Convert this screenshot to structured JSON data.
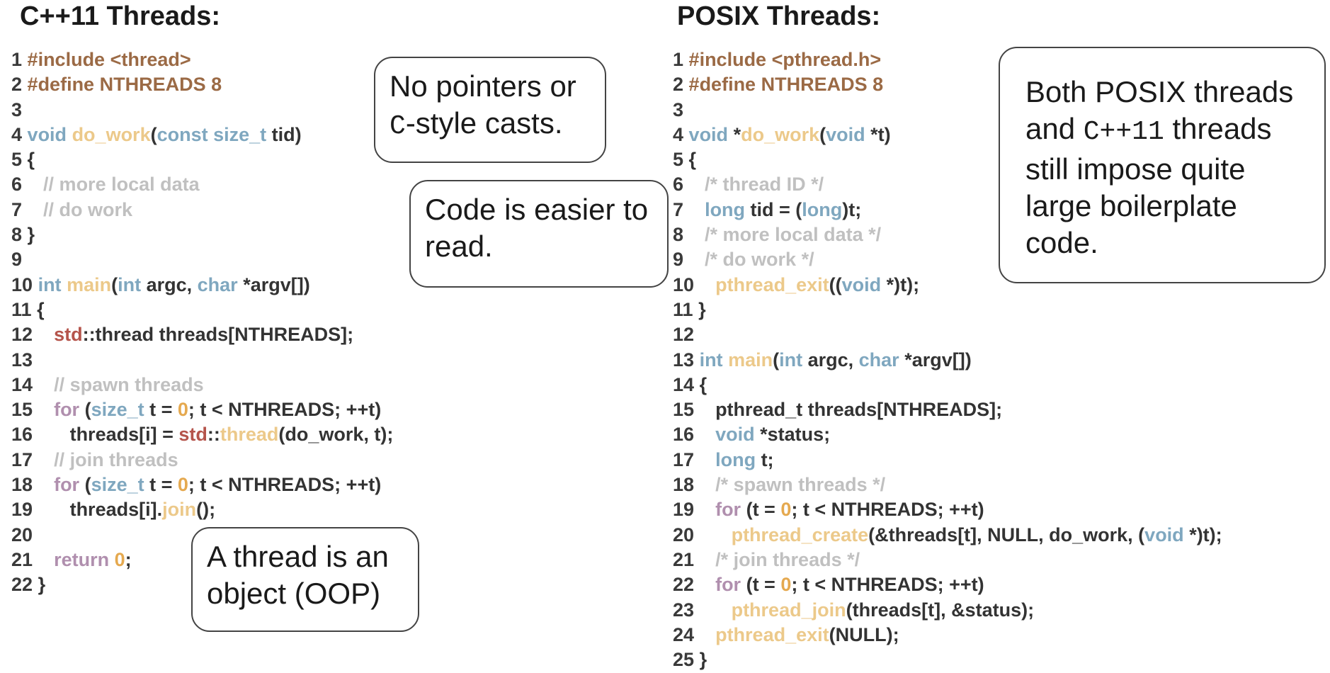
{
  "colors": {
    "preprocessor": "#9b6a45",
    "type_keyword": "#7fa7bf",
    "function": "#ecc98a",
    "comment": "#c0c0c0",
    "control": "#b08fae",
    "namespace": "#b5544b",
    "number": "#e5a94f",
    "plain": "#333333"
  },
  "left": {
    "title": "C++11 Threads:",
    "lines": [
      {
        "n": "1",
        "tokens": [
          [
            "#include <thread>",
            "pre"
          ]
        ]
      },
      {
        "n": "2",
        "tokens": [
          [
            "#define NTHREADS 8",
            "pre"
          ]
        ]
      },
      {
        "n": "3",
        "tokens": []
      },
      {
        "n": "4",
        "tokens": [
          [
            "void ",
            "kw"
          ],
          [
            "do_work",
            "fn"
          ],
          [
            "(",
            "plain"
          ],
          [
            "const size_t ",
            "kw"
          ],
          [
            "tid)",
            "plain"
          ]
        ]
      },
      {
        "n": "5",
        "tokens": [
          [
            "{",
            "plain"
          ]
        ]
      },
      {
        "n": "6",
        "tokens": [
          [
            "   // more local data",
            "cm"
          ]
        ]
      },
      {
        "n": "7",
        "tokens": [
          [
            "   // do work",
            "cm"
          ]
        ]
      },
      {
        "n": "8",
        "tokens": [
          [
            "}",
            "plain"
          ]
        ]
      },
      {
        "n": "9",
        "tokens": []
      },
      {
        "n": "10",
        "tokens": [
          [
            "int ",
            "kw"
          ],
          [
            "main",
            "fn"
          ],
          [
            "(",
            "plain"
          ],
          [
            "int ",
            "kw"
          ],
          [
            "argc, ",
            "plain"
          ],
          [
            "char ",
            "kw"
          ],
          [
            "*argv[])",
            "plain"
          ]
        ]
      },
      {
        "n": "11",
        "tokens": [
          [
            "{",
            "plain"
          ]
        ]
      },
      {
        "n": "12",
        "tokens": [
          [
            "   ",
            "plain"
          ],
          [
            "std",
            "ns"
          ],
          [
            "::thread threads[NTHREADS];",
            "plain"
          ]
        ]
      },
      {
        "n": "13",
        "tokens": []
      },
      {
        "n": "14",
        "tokens": [
          [
            "   // spawn threads",
            "cm"
          ]
        ]
      },
      {
        "n": "15",
        "tokens": [
          [
            "   ",
            "plain"
          ],
          [
            "for ",
            "ctl"
          ],
          [
            "(",
            "plain"
          ],
          [
            "size_t ",
            "kw"
          ],
          [
            "t = ",
            "plain"
          ],
          [
            "0",
            "num"
          ],
          [
            "; t < NTHREADS; ++t)",
            "plain"
          ]
        ]
      },
      {
        "n": "16",
        "tokens": [
          [
            "      threads[i] = ",
            "plain"
          ],
          [
            "std",
            "ns"
          ],
          [
            "::",
            "plain"
          ],
          [
            "thread",
            "fn"
          ],
          [
            "(do_work, t);",
            "plain"
          ]
        ]
      },
      {
        "n": "17",
        "tokens": [
          [
            "   // join threads",
            "cm"
          ]
        ]
      },
      {
        "n": "18",
        "tokens": [
          [
            "   ",
            "plain"
          ],
          [
            "for ",
            "ctl"
          ],
          [
            "(",
            "plain"
          ],
          [
            "size_t ",
            "kw"
          ],
          [
            "t = ",
            "plain"
          ],
          [
            "0",
            "num"
          ],
          [
            "; t < NTHREADS; ++t)",
            "plain"
          ]
        ]
      },
      {
        "n": "19",
        "tokens": [
          [
            "      threads[i].",
            "plain"
          ],
          [
            "join",
            "fn"
          ],
          [
            "();",
            "plain"
          ]
        ]
      },
      {
        "n": "20",
        "tokens": []
      },
      {
        "n": "21",
        "tokens": [
          [
            "   ",
            "plain"
          ],
          [
            "return ",
            "ctl"
          ],
          [
            "0",
            "num"
          ],
          [
            ";",
            "plain"
          ]
        ]
      },
      {
        "n": "22",
        "tokens": [
          [
            "}",
            "plain"
          ]
        ]
      }
    ]
  },
  "right": {
    "title": "POSIX Threads:",
    "lines": [
      {
        "n": "1",
        "tokens": [
          [
            "#include <pthread.h>",
            "pre"
          ]
        ]
      },
      {
        "n": "2",
        "tokens": [
          [
            "#define NTHREADS 8",
            "pre"
          ]
        ]
      },
      {
        "n": "3",
        "tokens": []
      },
      {
        "n": "4",
        "tokens": [
          [
            "void ",
            "kw"
          ],
          [
            "*",
            "plain"
          ],
          [
            "do_work",
            "fn"
          ],
          [
            "(",
            "plain"
          ],
          [
            "void ",
            "kw"
          ],
          [
            "*t)",
            "plain"
          ]
        ]
      },
      {
        "n": "5",
        "tokens": [
          [
            "{",
            "plain"
          ]
        ]
      },
      {
        "n": "6",
        "tokens": [
          [
            "   /* thread ID */",
            "cm"
          ]
        ]
      },
      {
        "n": "7",
        "tokens": [
          [
            "   ",
            "plain"
          ],
          [
            "long ",
            "kw"
          ],
          [
            "tid = (",
            "plain"
          ],
          [
            "long",
            "kw"
          ],
          [
            ")t;",
            "plain"
          ]
        ]
      },
      {
        "n": "8",
        "tokens": [
          [
            "   /* more local data */",
            "cm"
          ]
        ]
      },
      {
        "n": "9",
        "tokens": [
          [
            "   /* do work */",
            "cm"
          ]
        ]
      },
      {
        "n": "10",
        "tokens": [
          [
            "   ",
            "plain"
          ],
          [
            "pthread_exit",
            "fn"
          ],
          [
            "((",
            "plain"
          ],
          [
            "void ",
            "kw"
          ],
          [
            "*)t);",
            "plain"
          ]
        ]
      },
      {
        "n": "11",
        "tokens": [
          [
            "}",
            "plain"
          ]
        ]
      },
      {
        "n": "12",
        "tokens": []
      },
      {
        "n": "13",
        "tokens": [
          [
            "int ",
            "kw"
          ],
          [
            "main",
            "fn"
          ],
          [
            "(",
            "plain"
          ],
          [
            "int ",
            "kw"
          ],
          [
            "argc, ",
            "plain"
          ],
          [
            "char ",
            "kw"
          ],
          [
            "*argv[])",
            "plain"
          ]
        ]
      },
      {
        "n": "14",
        "tokens": [
          [
            "{",
            "plain"
          ]
        ]
      },
      {
        "n": "15",
        "tokens": [
          [
            "   pthread_t threads[NTHREADS];",
            "plain"
          ]
        ]
      },
      {
        "n": "16",
        "tokens": [
          [
            "   ",
            "plain"
          ],
          [
            "void ",
            "kw"
          ],
          [
            "*status;",
            "plain"
          ]
        ]
      },
      {
        "n": "17",
        "tokens": [
          [
            "   ",
            "plain"
          ],
          [
            "long ",
            "kw"
          ],
          [
            "t;",
            "plain"
          ]
        ]
      },
      {
        "n": "18",
        "tokens": [
          [
            "   /* spawn threads */",
            "cm"
          ]
        ]
      },
      {
        "n": "19",
        "tokens": [
          [
            "   ",
            "plain"
          ],
          [
            "for ",
            "ctl"
          ],
          [
            "(t = ",
            "plain"
          ],
          [
            "0",
            "num"
          ],
          [
            "; t < NTHREADS; ++t)",
            "plain"
          ]
        ]
      },
      {
        "n": "20",
        "tokens": [
          [
            "      ",
            "plain"
          ],
          [
            "pthread_create",
            "fn"
          ],
          [
            "(&threads[t], NULL, do_work, (",
            "plain"
          ],
          [
            "void ",
            "kw"
          ],
          [
            "*)t);",
            "plain"
          ]
        ]
      },
      {
        "n": "21",
        "tokens": [
          [
            "   /* join threads */",
            "cm"
          ]
        ]
      },
      {
        "n": "22",
        "tokens": [
          [
            "   ",
            "plain"
          ],
          [
            "for ",
            "ctl"
          ],
          [
            "(t = ",
            "plain"
          ],
          [
            "0",
            "num"
          ],
          [
            "; t < NTHREADS; ++t)",
            "plain"
          ]
        ]
      },
      {
        "n": "23",
        "tokens": [
          [
            "      ",
            "plain"
          ],
          [
            "pthread_join",
            "fn"
          ],
          [
            "(threads[t], &status);",
            "plain"
          ]
        ]
      },
      {
        "n": "24",
        "tokens": [
          [
            "   ",
            "plain"
          ],
          [
            "pthread_exit",
            "fn"
          ],
          [
            "(NULL);",
            "plain"
          ]
        ]
      },
      {
        "n": "25",
        "tokens": [
          [
            "}",
            "plain"
          ]
        ]
      }
    ]
  },
  "callouts": {
    "no_pointers": {
      "pre": "No pointers or ",
      "code": "C",
      "post": "-style casts."
    },
    "easier": {
      "text": "Code is easier to read."
    },
    "thread_object": {
      "text": "A thread is an object (OOP)"
    },
    "boilerplate": {
      "pre": "Both POSIX threads and ",
      "code": "C++11",
      "post": " threads still impose quite large boilerplate code."
    }
  }
}
